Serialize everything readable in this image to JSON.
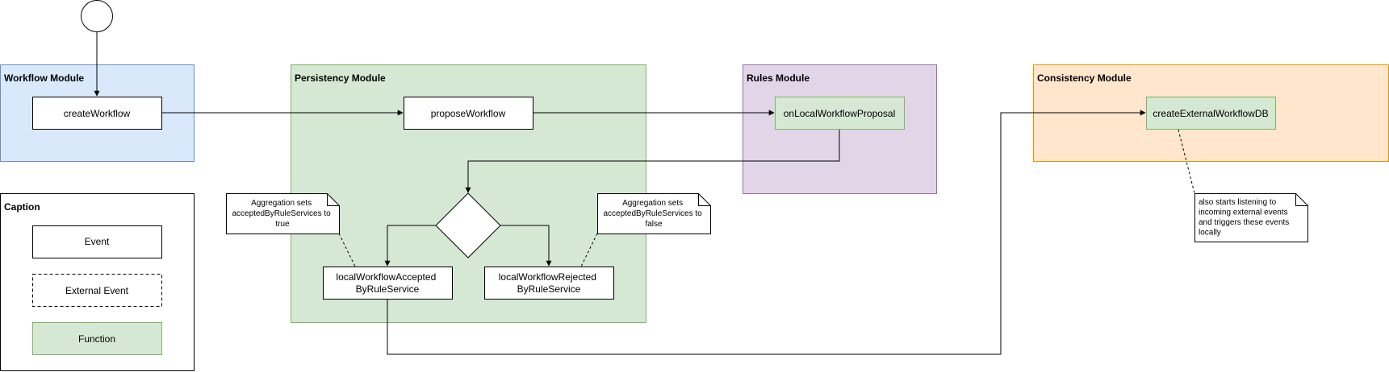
{
  "colors": {
    "workflow_fill": "#dae8fc",
    "workflow_stroke": "#6c8ebf",
    "persistency_fill": "#d5e8d4",
    "persistency_stroke": "#82b366",
    "rules_fill": "#e1d5e7",
    "rules_stroke": "#9673a6",
    "consistency_fill": "#ffe6cc",
    "consistency_stroke": "#d79b00",
    "function_fill": "#d5e8d4",
    "function_stroke": "#82b366"
  },
  "modules": {
    "workflow": "Workflow Module",
    "persistency": "Persistency Module",
    "rules": "Rules Module",
    "consistency": "Consistency Module"
  },
  "nodes": {
    "create_workflow": "createWorkflow",
    "propose_workflow": "proposeWorkflow",
    "on_local_workflow_proposal": "onLocalWorkflowProposal",
    "create_external_workflow_db": "createExternalWorkflowDB",
    "accepted": [
      "localWorkflowAccepted",
      "ByRuleService"
    ],
    "rejected": [
      "localWorkflowRejected",
      "ByRuleService"
    ]
  },
  "notes": {
    "accepted": [
      "Aggregation sets",
      "acceptedByRuleServices to",
      "true"
    ],
    "rejected": [
      "Aggregation sets",
      "acceptedByRuleServices to",
      "false"
    ],
    "consistency": [
      "also starts listening to",
      "incoming external events",
      "and triggers these events",
      "locally"
    ]
  },
  "caption": {
    "title": "Caption",
    "event": "Event",
    "external_event": "External Event",
    "function": "Function"
  }
}
